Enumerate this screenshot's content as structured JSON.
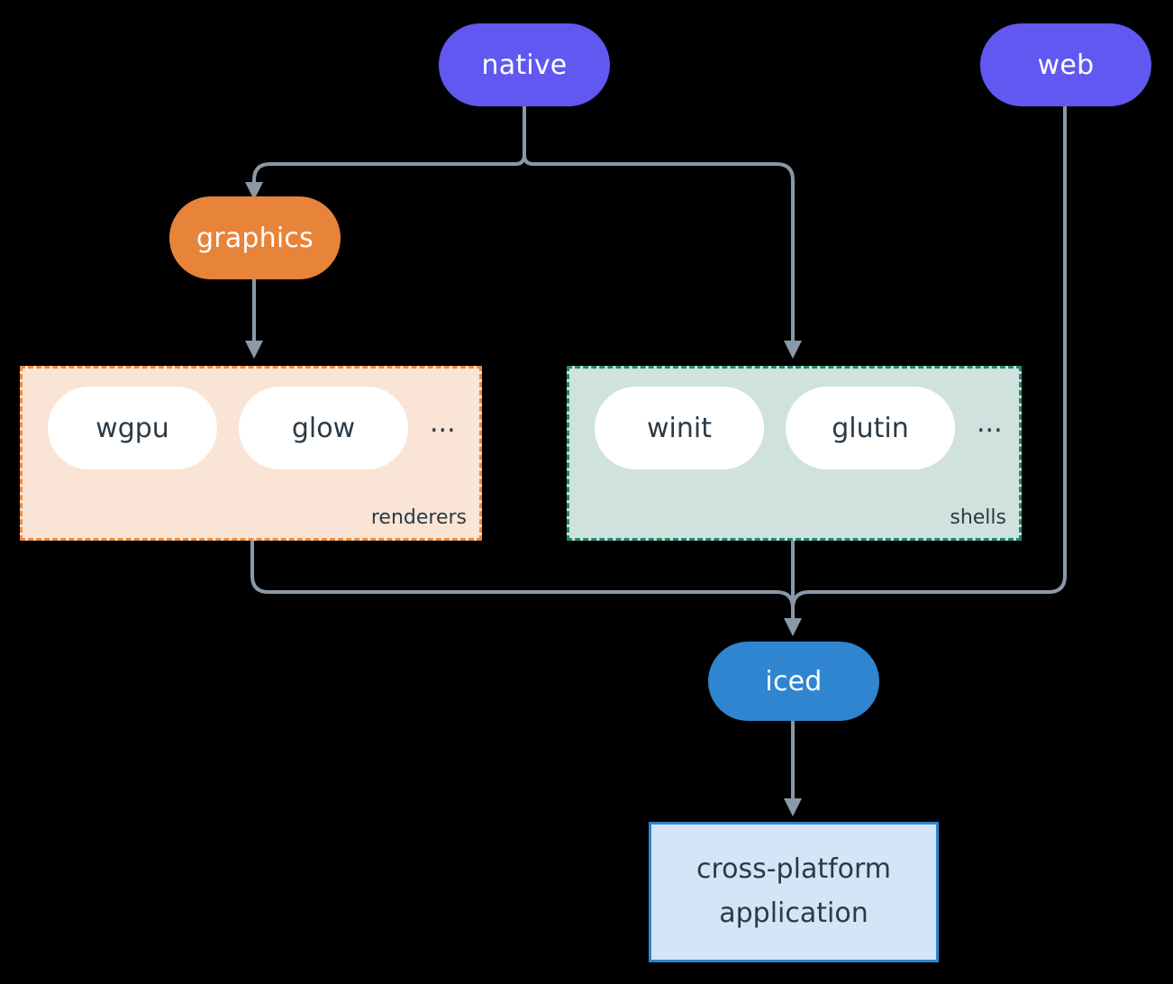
{
  "diagram": {
    "type": "flowchart",
    "background": "#000000",
    "edge_color": "#8a99a8",
    "nodes": [
      {
        "id": "native",
        "label": "native",
        "shape": "pill",
        "fill": "#6058f0",
        "text_color": "#ffffff"
      },
      {
        "id": "web",
        "label": "web",
        "shape": "pill",
        "fill": "#6058f0",
        "text_color": "#ffffff"
      },
      {
        "id": "graphics",
        "label": "graphics",
        "shape": "pill",
        "fill": "#e8833a",
        "text_color": "#ffffff"
      },
      {
        "id": "iced",
        "label": "iced",
        "shape": "pill",
        "fill": "#2f85d0",
        "text_color": "#ffffff"
      },
      {
        "id": "application",
        "label_line_1": "cross-platform",
        "label_line_2": "application",
        "shape": "rect",
        "fill": "#d3e5f7",
        "border": "#2f85d0",
        "text_color": "#2b3a44"
      }
    ],
    "groups": [
      {
        "id": "renderers",
        "label": "renderers",
        "fill": "#fae4d5",
        "border": "#ef8b3c",
        "items": [
          {
            "label": "wgpu"
          },
          {
            "label": "glow"
          }
        ],
        "more": "..."
      },
      {
        "id": "shells",
        "label": "shells",
        "fill": "#cfe2dd",
        "border": "#1f8a70",
        "items": [
          {
            "label": "winit"
          },
          {
            "label": "glutin"
          }
        ],
        "more": "..."
      }
    ],
    "edges": [
      {
        "from": "native",
        "to": "graphics"
      },
      {
        "from": "native",
        "to": "shells"
      },
      {
        "from": "graphics",
        "to": "renderers"
      },
      {
        "from": "renderers",
        "to": "iced"
      },
      {
        "from": "shells",
        "to": "iced"
      },
      {
        "from": "web",
        "to": "iced"
      },
      {
        "from": "iced",
        "to": "application"
      }
    ]
  }
}
